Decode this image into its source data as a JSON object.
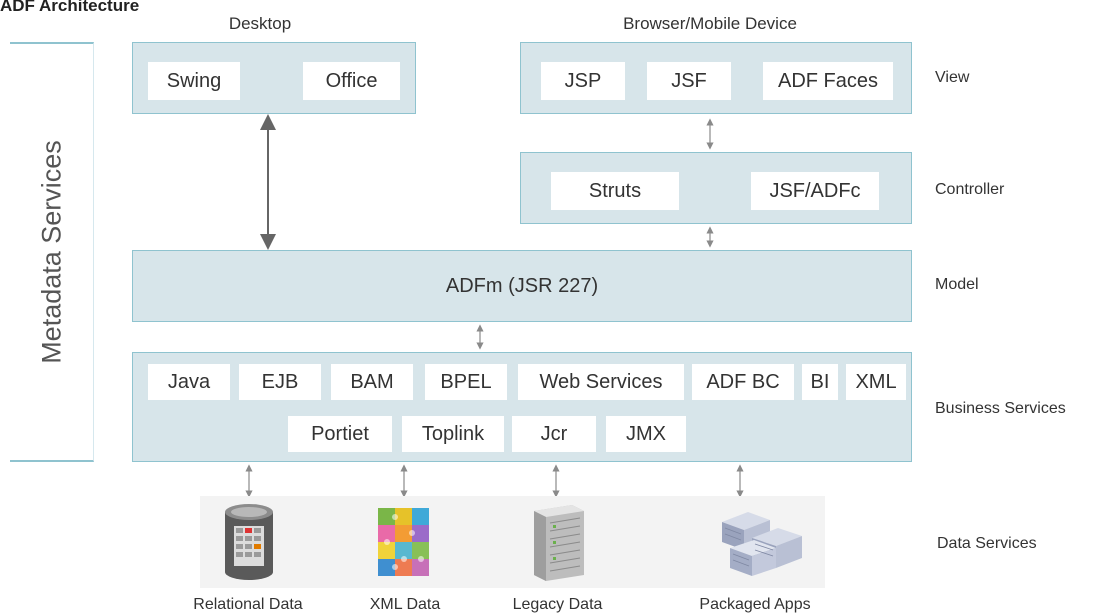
{
  "title": "ADF Architecture",
  "metadata_services": "Metadata Services",
  "groups": {
    "desktop": "Desktop",
    "browser": "Browser/Mobile Device"
  },
  "desktop_items": [
    "Swing",
    "Office"
  ],
  "view_items": [
    "JSP",
    "JSF",
    "ADF Faces"
  ],
  "controller_items": [
    "Struts",
    "JSF/ADFc"
  ],
  "model_text": "ADFm (JSR 227)",
  "business_row1": [
    "Java",
    "EJB",
    "BAM",
    "BPEL",
    "Web Services",
    "ADF BC",
    "BI",
    "XML"
  ],
  "business_row2": [
    "Portiet",
    "Toplink",
    "Jcr",
    "JMX"
  ],
  "layers": {
    "view": "View",
    "controller": "Controller",
    "model": "Model",
    "business": "Business Services",
    "data": "Data Services"
  },
  "data_sources": [
    "Relational Data",
    "XML Data",
    "Legacy Data",
    "Packaged Apps"
  ],
  "icons": {
    "relational": "database-icon",
    "xml": "puzzle-icon",
    "legacy": "server-rack-icon",
    "packaged": "server-stack-icon"
  },
  "colors": {
    "panel_fill": "#d7e5ea",
    "panel_border": "#8fc3cf",
    "arrow": "#666666"
  }
}
